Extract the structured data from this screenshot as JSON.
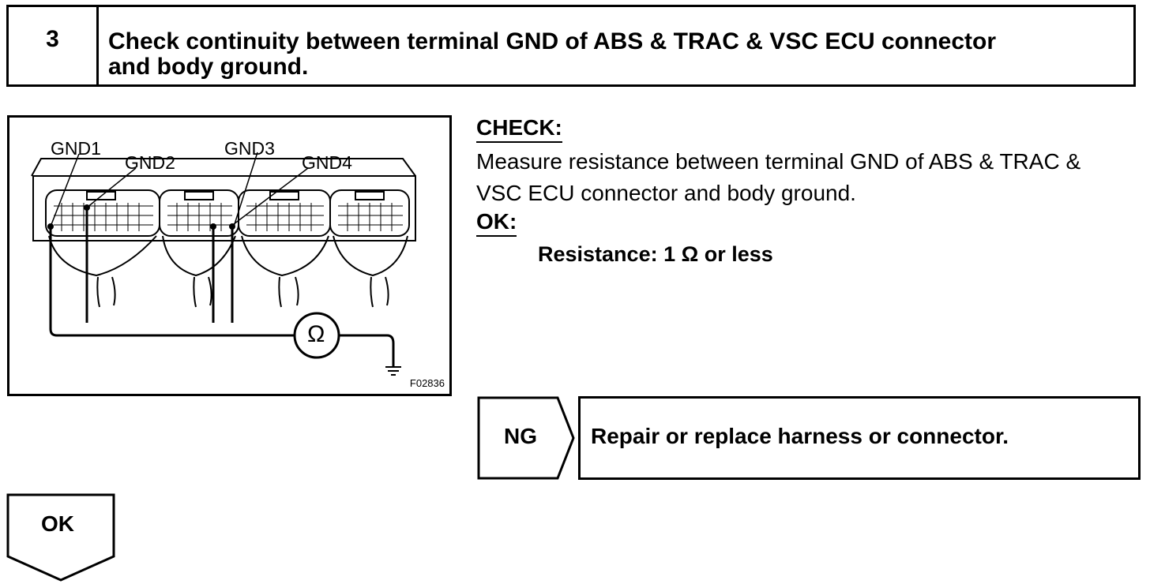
{
  "step": {
    "number": "3",
    "title_line1": "Check continuity between terminal GND of ABS & TRAC & VSC ECU connector",
    "title_line2": "and body ground."
  },
  "figure": {
    "labels": [
      "GND1",
      "GND2",
      "GND3",
      "GND4"
    ],
    "meter_symbol": "Ω",
    "figure_id": "F02836",
    "icons": [
      "ecu-connector-icon",
      "ohmmeter-icon",
      "body-ground-icon"
    ]
  },
  "check": {
    "heading": "CHECK:",
    "line1": "Measure resistance between terminal GND of ABS & TRAC &",
    "line2": "VSC ECU connector and body ground.",
    "ok_heading": "OK:",
    "spec": "Resistance: 1 Ω or less"
  },
  "ng": {
    "label": "NG",
    "action": "Repair or replace harness or connector."
  },
  "ok": {
    "label": "OK"
  }
}
